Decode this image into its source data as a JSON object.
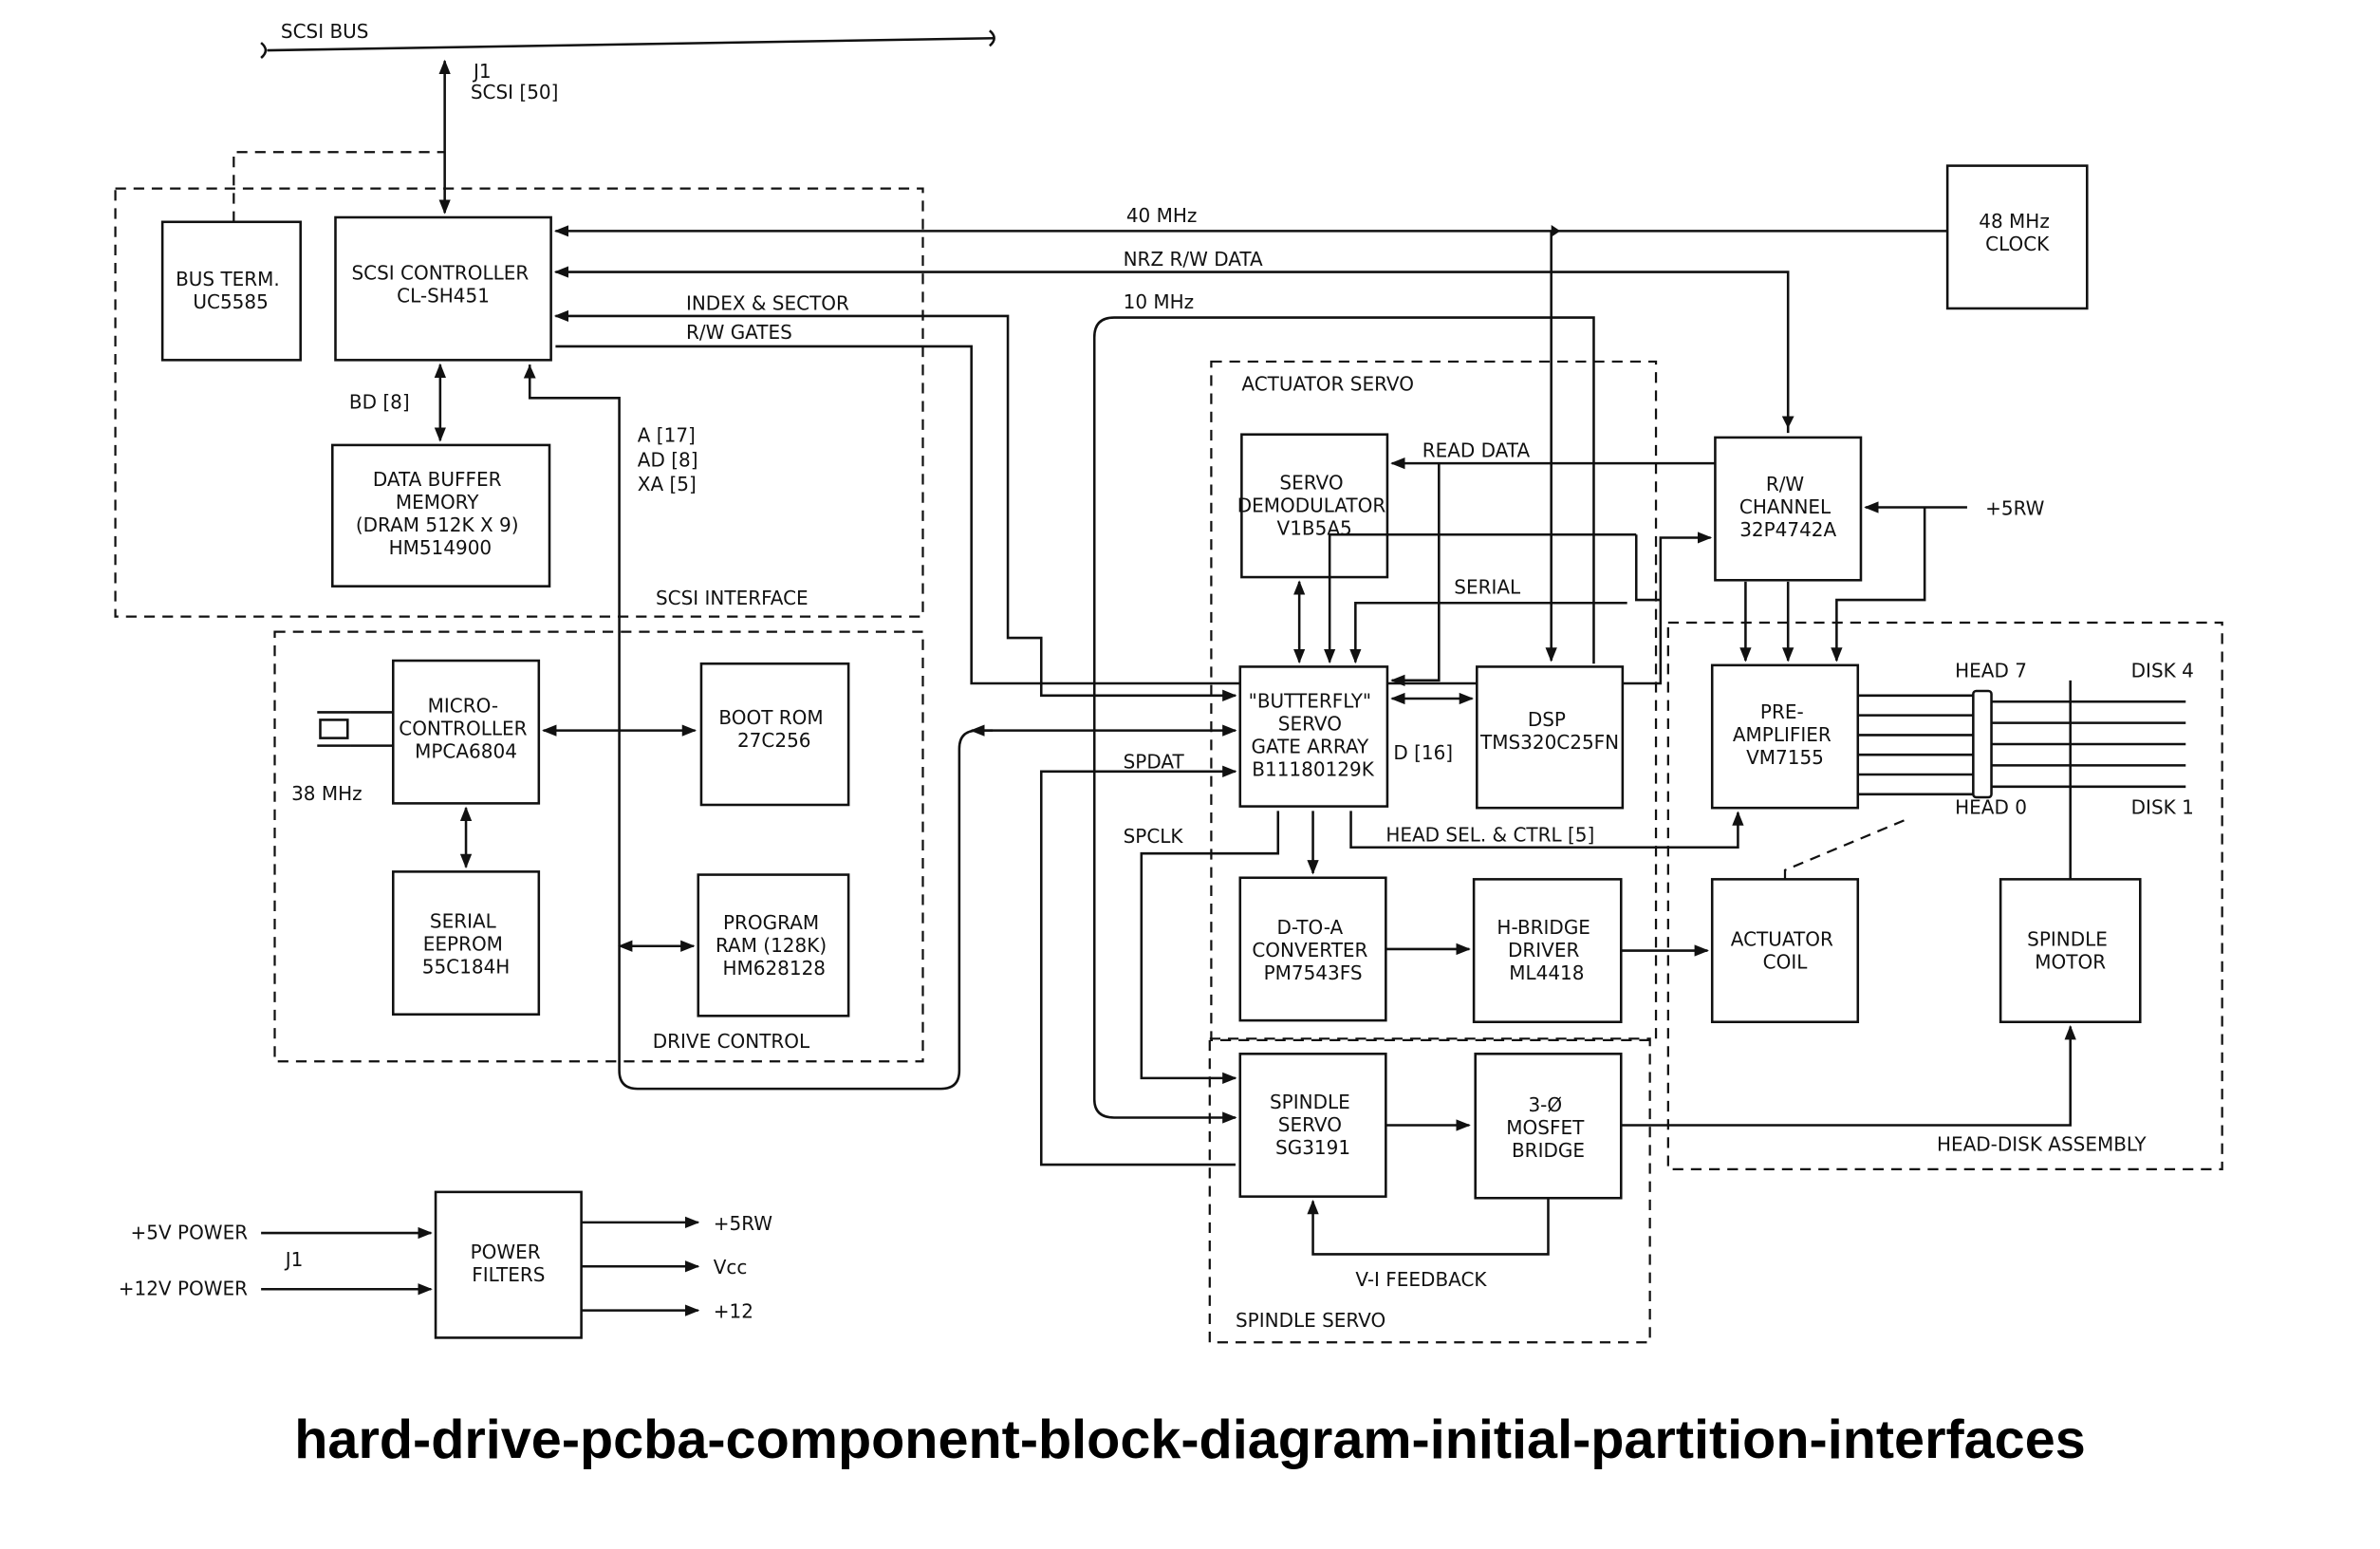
{
  "bus": {
    "label": "SCSI BUS",
    "j1": "J1",
    "scsi": "SCSI [50]"
  },
  "regions": {
    "scsi_interface": "SCSI INTERFACE",
    "drive_control": "DRIVE CONTROL",
    "actuator_servo": "ACTUATOR SERVO",
    "spindle_servo": "SPINDLE SERVO",
    "head_disk": "HEAD-DISK ASSEMBLY"
  },
  "blocks": {
    "bus_term": {
      "lines": [
        "BUS TERM.",
        "UC5585"
      ]
    },
    "scsi_controller": {
      "lines": [
        "SCSI CONTROLLER",
        "CL-SH451"
      ]
    },
    "data_buffer": {
      "lines": [
        "DATA BUFFER",
        "MEMORY",
        "(DRAM 512K X 9)",
        "HM514900"
      ]
    },
    "microcontroller": {
      "lines": [
        "MICRO-",
        "CONTROLLER",
        "MPCA6804"
      ]
    },
    "boot_rom": {
      "lines": [
        "BOOT ROM",
        "27C256"
      ]
    },
    "serial_eeprom": {
      "lines": [
        "SERIAL",
        "EEPROM",
        "55C184H"
      ]
    },
    "program_ram": {
      "lines": [
        "PROGRAM",
        "RAM (128K)",
        "HM628128"
      ]
    },
    "servo_demod": {
      "lines": [
        "SERVO",
        "DEMODULATOR",
        "V1B5A5"
      ]
    },
    "gate_array": {
      "lines": [
        "\"BUTTERFLY\"",
        "SERVO",
        "GATE ARRAY",
        "B11180129K"
      ]
    },
    "dsp": {
      "lines": [
        "DSP",
        "TMS320C25FN"
      ]
    },
    "dac": {
      "lines": [
        "D-TO-A",
        "CONVERTER",
        "PM7543FS"
      ]
    },
    "hbridge": {
      "lines": [
        "H-BRIDGE",
        "DRIVER",
        "ML4418"
      ]
    },
    "spindle_servo": {
      "lines": [
        "SPINDLE",
        "SERVO",
        "SG3191"
      ]
    },
    "mosfet": {
      "lines": [
        "3-Ø",
        "MOSFET",
        "BRIDGE"
      ]
    },
    "rw_channel": {
      "lines": [
        "R/W",
        "CHANNEL",
        "32P4742A"
      ]
    },
    "preamp": {
      "lines": [
        "PRE-",
        "AMPLIFIER",
        "VM7155"
      ]
    },
    "actuator_coil": {
      "lines": [
        "ACTUATOR",
        "COIL"
      ]
    },
    "spindle_motor": {
      "lines": [
        "SPINDLE",
        "MOTOR"
      ]
    },
    "clock": {
      "lines": [
        "48 MHz",
        "CLOCK"
      ]
    },
    "power_filters": {
      "lines": [
        "POWER",
        "FILTERS"
      ]
    }
  },
  "signals": {
    "mhz40": "40 MHz",
    "nrz": "NRZ R/W DATA",
    "mhz10": "10 MHz",
    "index_sector": "INDEX & SECTOR",
    "rw_gates": "R/W GATES",
    "bd": "BD [8]",
    "a17": "A [17]",
    "ad8": "AD [8]",
    "xa5": "XA [5]",
    "crystal": "38 MHz",
    "read_data": "READ DATA",
    "serial": "SERIAL",
    "srw": "+5RW",
    "spdat": "SPDAT",
    "spclk": "SPCLK",
    "d16": "D [16]",
    "head_sel": "HEAD SEL. & CTRL [5]",
    "vi_feedback": "V-I FEEDBACK",
    "head7": "HEAD 7",
    "head0": "HEAD 0",
    "disk4": "DISK 4",
    "disk1": "DISK 1"
  },
  "power": {
    "in5": "+5V POWER",
    "in12": "+12V POWER",
    "j1": "J1",
    "out_srw": "+5RW",
    "out_vcc": "Vcc",
    "out_12": "+12"
  },
  "caption": "hard-drive-pcba-component-block-diagram-initial-partition-interfaces"
}
